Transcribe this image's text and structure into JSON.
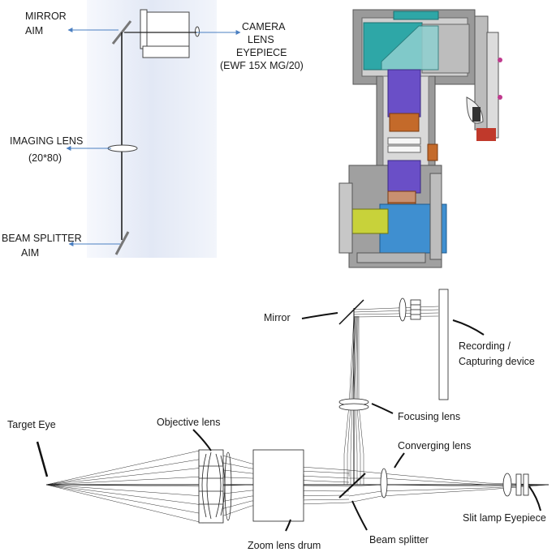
{
  "top_left": {
    "labels": {
      "mirror_l1": "MIRROR",
      "mirror_l2": "AIM",
      "camera_l1": "CAMERA",
      "camera_l2": "LENS",
      "eyepiece_l1": "EYEPIECE",
      "eyepiece_l2": "(EWF 15X MG/20)",
      "imaging_l1": "IMAGING LENS",
      "imaging_l2": "(20*80)",
      "splitter_l1": "BEAM SPLITTER",
      "splitter_l2": "AIM"
    }
  },
  "bottom": {
    "labels": {
      "mirror": "Mirror",
      "recording_l1": "Recording /",
      "recording_l2": "Capturing device",
      "focusing": "Focusing lens",
      "target_eye": "Target Eye",
      "objective": "Objective lens",
      "converging": "Converging lens",
      "zoom": "Zoom lens drum",
      "beam_splitter": "Beam splitter",
      "slit_lamp": "Slit lamp Eyepiece"
    }
  },
  "colors": {
    "arrow_blue": "#4a7fc1",
    "panel_bg": "#e9eef8",
    "teal": "#2ea7a7",
    "purple": "#6a4fc7",
    "orange": "#c46a2a",
    "blue_block": "#3f8fd0",
    "yellow": "#c8d23a",
    "gray": "#8a8a8a",
    "red": "#c0392b",
    "magenta": "#c03a8e"
  }
}
